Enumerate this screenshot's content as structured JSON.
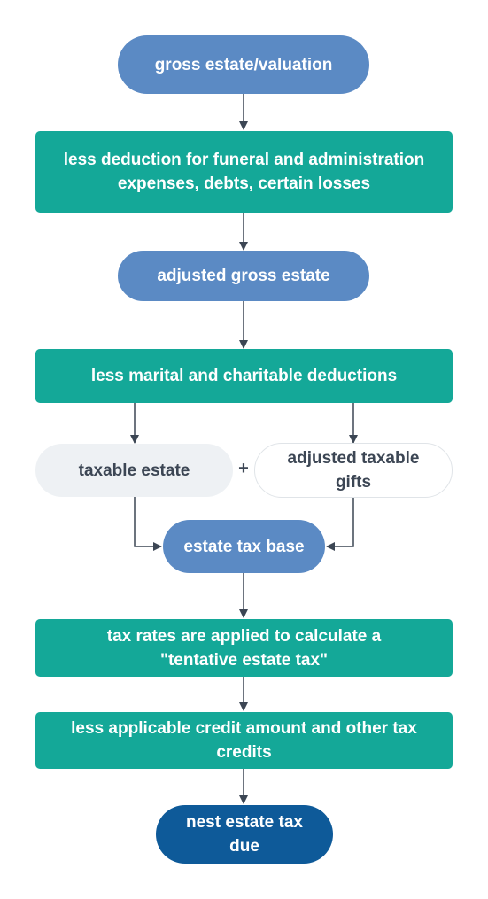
{
  "nodes": {
    "gross_estate": "gross estate/valuation",
    "less_deduction_funeral": "less deduction for funeral and administration expenses, debts, certain losses",
    "adjusted_gross_estate": "adjusted gross estate",
    "less_marital_charitable": "less marital and charitable deductions",
    "taxable_estate": "taxable estate",
    "plus_sign": "+",
    "adjusted_taxable_gifts": "adjusted taxable gifts",
    "estate_tax_base": "estate tax base",
    "tax_rates_applied": "tax rates are applied to calculate a \"tentative estate tax\"",
    "less_applicable_credit": "less applicable credit amount and other tax credits",
    "nest_estate_tax_due": "nest estate tax due"
  },
  "colors": {
    "pill_blue": "#5b8ac4",
    "rect_teal": "#14a898",
    "final_dark_blue": "#0e5a99",
    "light_gray": "#eef1f4",
    "connector": "#3c4654"
  }
}
